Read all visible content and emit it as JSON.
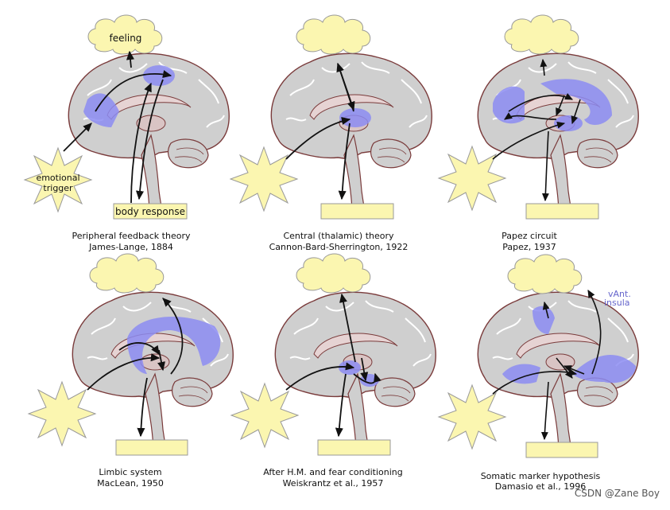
{
  "panels": [
    {
      "caption_line1": "Peripheral feedback theory",
      "caption_line2": "James-Lange, 1884",
      "cloud_label": "feeling",
      "star_label_line1": "emotional",
      "star_label_line2": "trigger",
      "box_label": "body response"
    },
    {
      "caption_line1": "Central (thalamic) theory",
      "caption_line2": "Cannon-Bard-Sherrington, 1922",
      "cloud_label": "",
      "star_label_line1": "",
      "star_label_line2": "",
      "box_label": ""
    },
    {
      "caption_line1": "Papez circuit",
      "caption_line2": "Papez, 1937",
      "cloud_label": "",
      "star_label_line1": "",
      "star_label_line2": "",
      "box_label": ""
    },
    {
      "caption_line1": "Limbic system",
      "caption_line2": "MacLean, 1950",
      "cloud_label": "",
      "star_label_line1": "",
      "star_label_line2": "",
      "box_label": ""
    },
    {
      "caption_line1": "After H.M. and fear conditioning",
      "caption_line2": "Weiskrantz et al., 1957",
      "cloud_label": "",
      "star_label_line1": "",
      "star_label_line2": "",
      "box_label": ""
    },
    {
      "caption_line1": "Somatic marker hypothesis",
      "caption_line2": "Damasio et al., 1996",
      "cloud_label": "",
      "star_label_line1": "",
      "star_label_line2": "",
      "box_label": "",
      "extra_label_line1": "vAnt.",
      "extra_label_line2": "insula"
    }
  ],
  "watermark": "CSDN @Zane Boy",
  "colors": {
    "brain_fill": "#cfcfcf",
    "brain_stroke": "#7a3b3b",
    "highlight": "#8c8cf2",
    "cloud_fill": "#fbf6b0",
    "star_fill": "#fbf6b0",
    "box_fill": "#fbf6b0",
    "arrow": "#111111",
    "insula_label": "#6666cc"
  }
}
